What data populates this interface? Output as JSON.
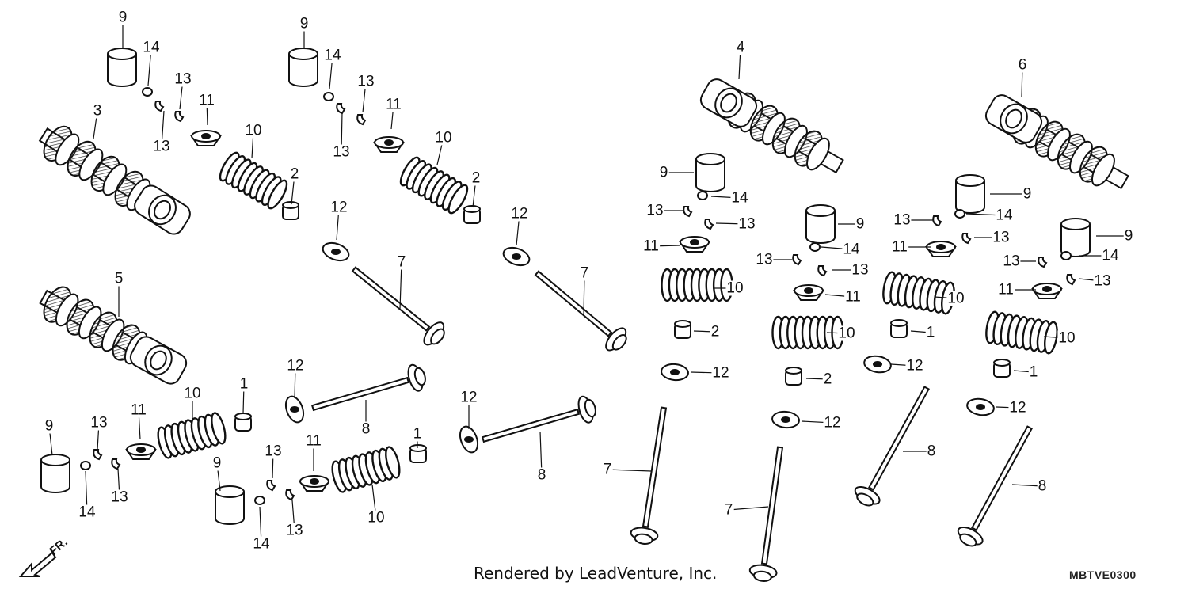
{
  "labels": [
    "1",
    "2",
    "3",
    "4",
    "5",
    "6",
    "7",
    "8",
    "9",
    "10",
    "11",
    "12",
    "13",
    "14"
  ],
  "credit": "Rendered by LeadVenture, Inc.",
  "diagram_code": "MBTVE0300",
  "direction": "FR."
}
